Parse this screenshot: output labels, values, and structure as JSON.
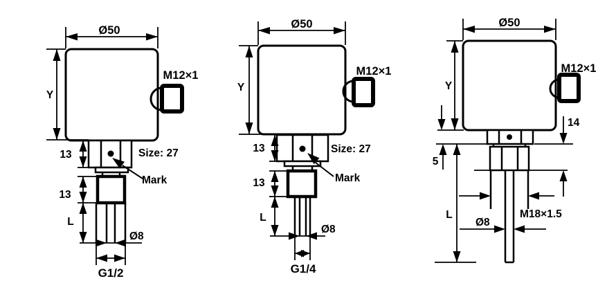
{
  "drawing": {
    "background": "#ffffff",
    "line_color": "#000000",
    "figures": [
      {
        "name": "variant-g12",
        "labels": {
          "top_diameter": "Ø50",
          "body_height": "Y",
          "connector_thread": "M12×1",
          "hex_height": "13",
          "wrench_size": "Size: 27",
          "mark": "Mark",
          "boss_height": "13",
          "insertion_length": "L",
          "probe_diameter": "Ø8",
          "process_thread": "G1/2"
        }
      },
      {
        "name": "variant-g14",
        "labels": {
          "top_diameter": "Ø50",
          "body_height": "Y",
          "connector_thread": "M12×1",
          "hex_height": "13",
          "wrench_size": "Size: 27",
          "mark": "Mark",
          "boss_height": "13",
          "insertion_length": "L",
          "probe_diameter": "Ø8",
          "process_thread": "G1/4"
        }
      },
      {
        "name": "variant-m18",
        "labels": {
          "top_diameter": "Ø50",
          "body_height": "Y",
          "connector_thread": "M12×1",
          "neck_height": "14",
          "gap_height": "5",
          "insertion_length": "L",
          "probe_diameter": "Ø8",
          "process_thread": "M18×1.5"
        }
      }
    ]
  }
}
